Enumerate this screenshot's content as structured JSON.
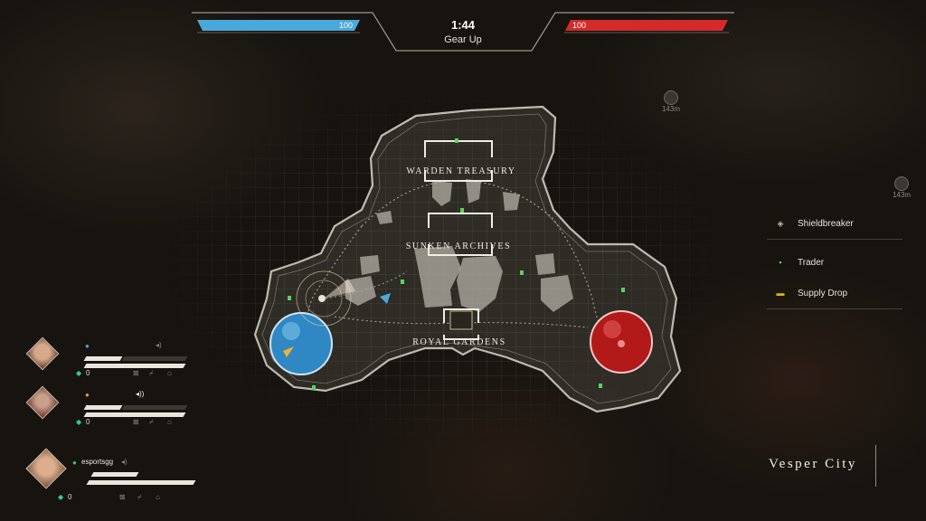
{
  "hud": {
    "team_blue": {
      "hp": "100",
      "fill": 1.0,
      "color": "#4aa9dc"
    },
    "team_red": {
      "hp": "100",
      "fill": 1.0,
      "color": "#d52a2a"
    },
    "timer": "1:44",
    "phase": "Gear Up"
  },
  "map": {
    "locations": {
      "warden": "Warden Treasury",
      "sunken": "Sunken Archives",
      "royal": "Royal Gardens"
    },
    "region_name": "Vesper City",
    "blue_base_icon": "paper-plane-icon",
    "red_base_icon": "skull-icon"
  },
  "offscreen_markers": [
    {
      "icon": "hunter-icon",
      "distance": "143m"
    },
    {
      "icon": "hunter-icon",
      "distance": "143m"
    }
  ],
  "legend": [
    {
      "label": "Shieldbreaker",
      "icon": "shieldbreaker-icon",
      "color": "#c9b98a"
    },
    {
      "label": "Trader",
      "icon": "trader-icon",
      "color": "#59d25f"
    },
    {
      "label": "Supply Drop",
      "icon": "supply-drop-icon",
      "color": "#e3b21e"
    }
  ],
  "party": [
    {
      "name": "",
      "count": "0",
      "hp_fill": 0.9,
      "badge_color": "#4aa9dc",
      "voice": "speaker-muted-icon"
    },
    {
      "name": "",
      "count": "0",
      "hp_fill": 0.9,
      "badge_color": "#e3a21e",
      "voice": "speaker-active-icon"
    },
    {
      "name": "esportsgg",
      "count": "0",
      "hp_fill": 0.9,
      "badge_color": "#3fc36a",
      "voice": "speaker-muted-icon"
    }
  ]
}
